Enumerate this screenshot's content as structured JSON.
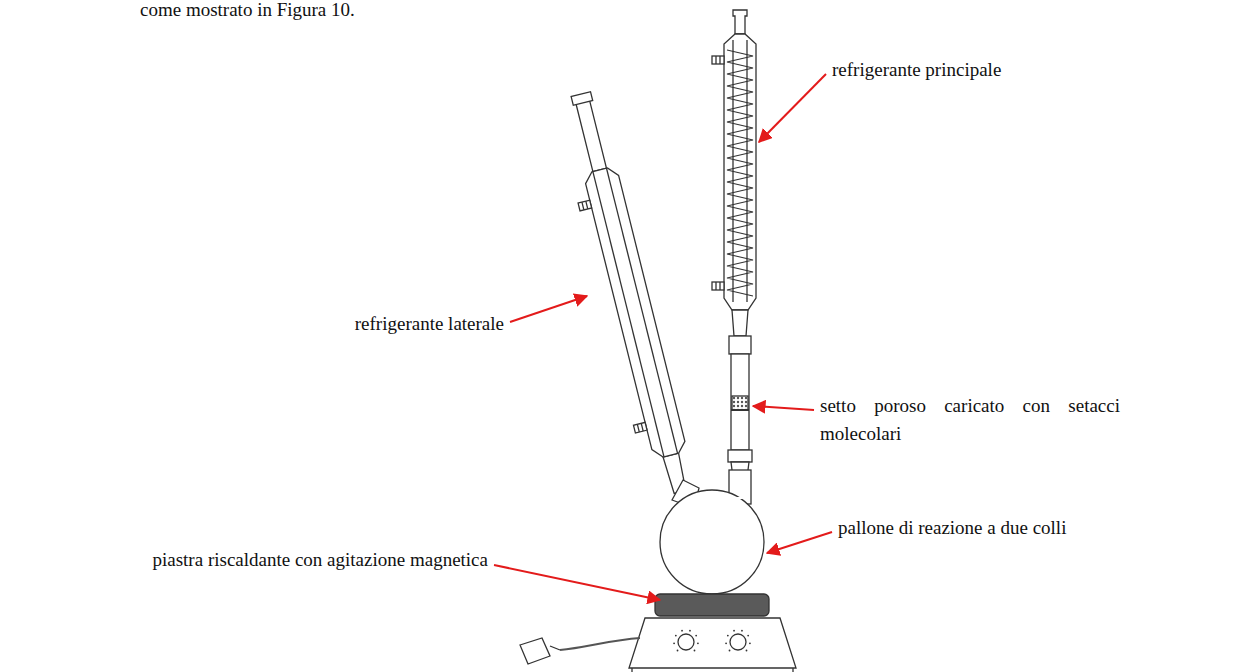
{
  "diagram": {
    "labels": [
      "come mostrato in Figura 10.",
      "refrigerante principale",
      "setto poroso caricato con setacci molecolari",
      "refrigerante laterale",
      "pallone di reazione a due colli",
      "piastra riscaldante con agitazione magnetica"
    ]
  }
}
